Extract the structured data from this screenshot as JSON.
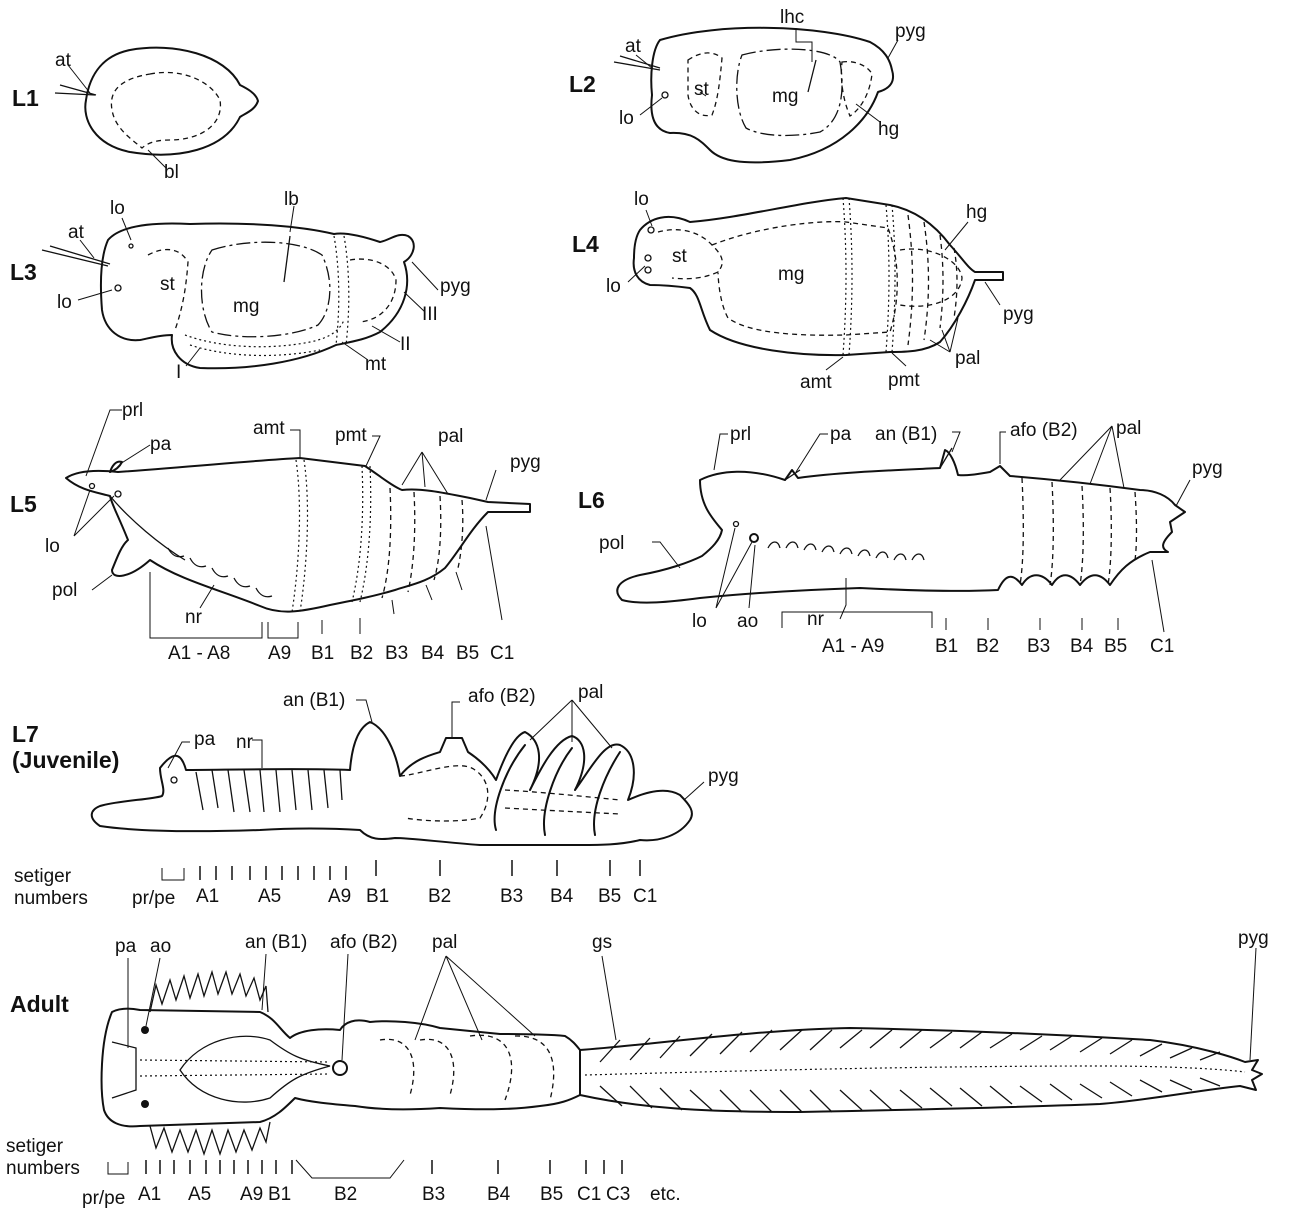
{
  "stages": {
    "L1": "L1",
    "L2": "L2",
    "L3": "L3",
    "L4": "L4",
    "L5": "L5",
    "L6": "L6",
    "L7": "L7",
    "L7_sub": "(Juvenile)",
    "adult": "Adult"
  },
  "labels": {
    "at": "at",
    "bl": "bl",
    "lhc": "lhc",
    "pyg": "pyg",
    "lo": "lo",
    "st": "st",
    "mg": "mg",
    "hg": "hg",
    "lb": "lb",
    "III": "III",
    "II": "II",
    "I": "I",
    "mt": "mt",
    "amt": "amt",
    "pmt": "pmt",
    "pal": "pal",
    "prl": "prl",
    "pa": "pa",
    "pol": "pol",
    "nr": "nr",
    "an_B1": "an (B1)",
    "afo_B2": "afo (B2)",
    "ao": "ao",
    "gs": "gs"
  },
  "segments": {
    "A1_A8": "A1 - A8",
    "A1_A9": "A1 - A9",
    "A9": "A9",
    "B1": "B1",
    "B2": "B2",
    "B3": "B3",
    "B4": "B4",
    "B5": "B5",
    "C1": "C1",
    "A1": "A1",
    "A5": "A5",
    "pr_pe": "pr/pe",
    "C3": "C3",
    "etc": "etc."
  },
  "setiger_numbers": [
    "setiger",
    "numbers"
  ]
}
